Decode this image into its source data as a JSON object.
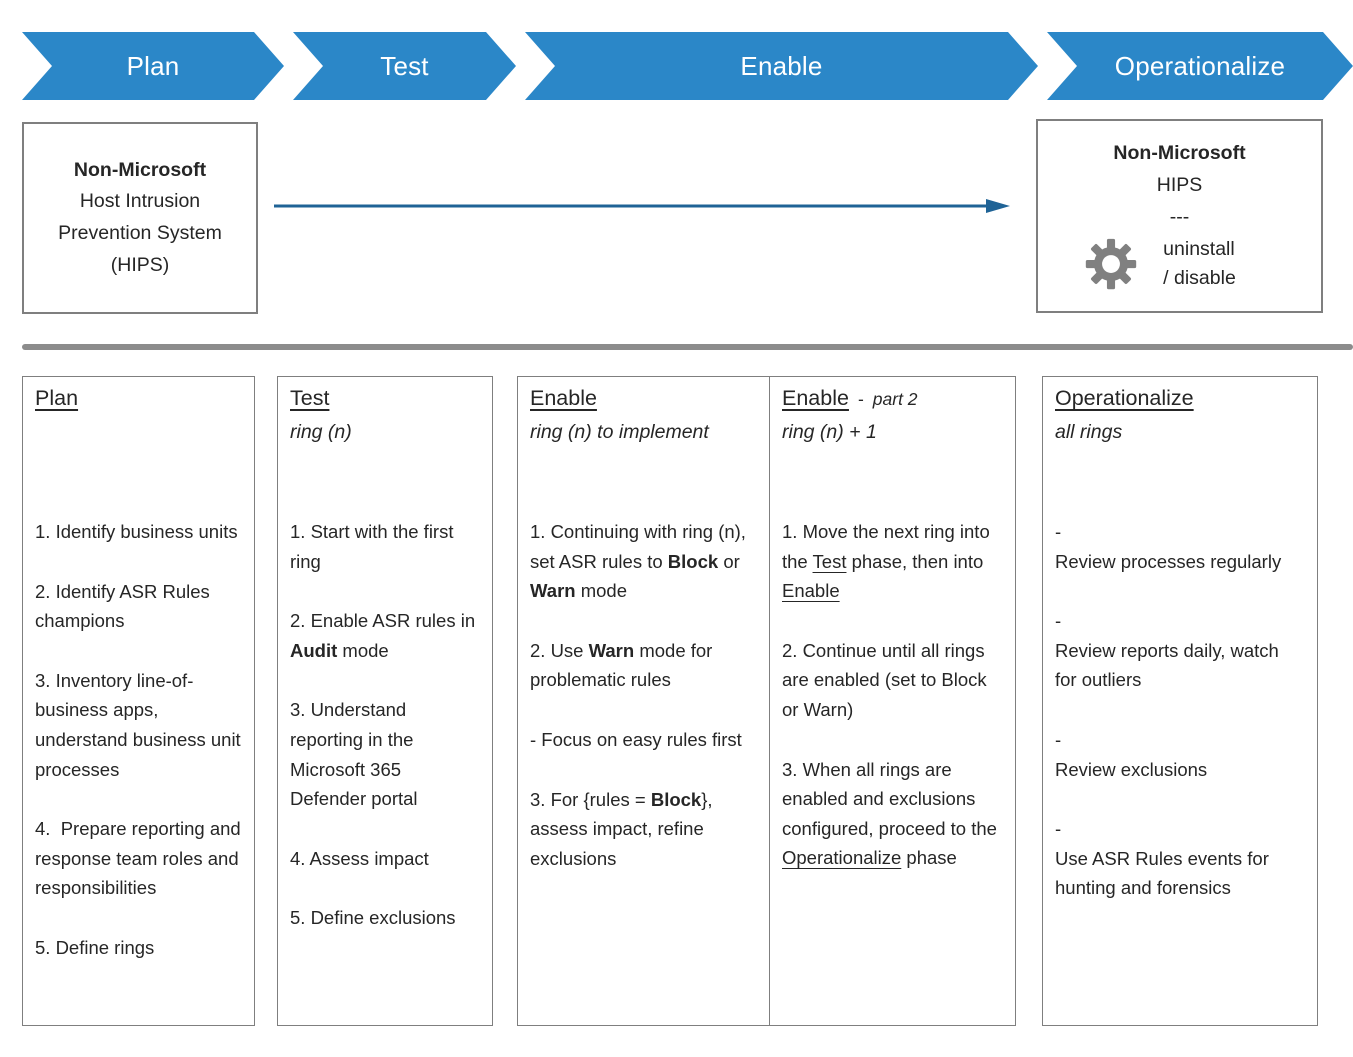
{
  "colors": {
    "chevron_blue": "#2B87C8",
    "arrow_blue": "#1F6396",
    "box_border_gray": "#7F7F7F",
    "divider_gray": "#8C8C8C",
    "gear_gray": "#808080",
    "text": "#262626"
  },
  "chevrons": [
    {
      "label": "Plan"
    },
    {
      "label": "Test"
    },
    {
      "label": "Enable"
    },
    {
      "label": "Operationalize"
    }
  ],
  "hips_left": {
    "lines": [
      [
        {
          "t": "Non-Microsoft",
          "b": true
        }
      ],
      [
        {
          "t": "Host Intrusion"
        }
      ],
      [
        {
          "t": "Prevention System"
        }
      ],
      [
        {
          "t": "(HIPS)"
        }
      ]
    ]
  },
  "hips_right": {
    "lines": [
      [
        {
          "t": "Non-Microsoft",
          "b": true
        }
      ],
      [
        {
          "t": "HIPS"
        }
      ],
      [
        {
          "t": "---"
        }
      ]
    ],
    "action_lines": [
      "uninstall",
      "/ disable"
    ],
    "icon": "gear-icon"
  },
  "columns": [
    {
      "title_runs": [
        {
          "t": "Plan",
          "u": true
        }
      ],
      "subtitle": "",
      "items": [
        [
          {
            "t": "1. Identify business units"
          }
        ],
        [
          {
            "t": "2. Identify ASR Rules champions"
          }
        ],
        [
          {
            "t": "3. Inventory line-of-business apps, understand business unit processes"
          }
        ],
        [
          {
            "t": "4.  Prepare reporting and response team roles and responsibilities"
          }
        ],
        [
          {
            "t": "5. Define rings"
          }
        ]
      ]
    },
    {
      "title_runs": [
        {
          "t": "Test",
          "u": true
        }
      ],
      "subtitle": "ring (n)",
      "items": [
        [
          {
            "t": "1. Start with the first ring"
          }
        ],
        [
          {
            "t": "2. Enable ASR rules in "
          },
          {
            "t": "Audit",
            "b": true
          },
          {
            "t": " mode"
          }
        ],
        [
          {
            "t": "3. Understand reporting in the Microsoft 365 Defender portal"
          }
        ],
        [
          {
            "t": "4. Assess impact"
          }
        ],
        [
          {
            "t": "5. Define exclusions"
          }
        ]
      ]
    },
    {
      "title_runs": [
        {
          "t": "Enable",
          "u": true
        }
      ],
      "subtitle": "ring (n) to implement",
      "items": [
        [
          {
            "t": "1. Continuing with ring (n), set ASR rules to "
          },
          {
            "t": "Block",
            "b": true
          },
          {
            "t": " or "
          },
          {
            "t": "Warn",
            "b": true
          },
          {
            "t": " mode"
          }
        ],
        [
          {
            "t": "2. Use "
          },
          {
            "t": "Warn",
            "b": true
          },
          {
            "t": " mode for problematic rules"
          }
        ],
        [
          {
            "t": "- Focus on easy rules first"
          }
        ],
        [
          {
            "t": "3. For {rules = "
          },
          {
            "t": "Block",
            "b": true
          },
          {
            "t": "}, assess impact, refine exclusions"
          }
        ]
      ]
    },
    {
      "title_runs": [
        {
          "t": "Enable",
          "u": true
        },
        {
          "t": "-",
          "rp": true,
          "rs": true
        },
        {
          "t": "part 2",
          "i": true,
          "rs": true
        }
      ],
      "subtitle": "ring (n) + 1",
      "items": [
        [
          {
            "t": "1. Move the next ring into the "
          },
          {
            "t": "Test",
            "u": true
          },
          {
            "t": " phase, then into "
          },
          {
            "t": "Enable",
            "u": true
          }
        ],
        [
          {
            "t": "2. Continue until all rings are enabled (set to Block or Warn)"
          }
        ],
        [
          {
            "t": "3. When all rings are enabled and exclusions configured, proceed to the "
          },
          {
            "t": "Operationalize",
            "u": true
          },
          {
            "t": " phase"
          }
        ]
      ]
    },
    {
      "title_runs": [
        {
          "t": "Operationalize",
          "u": true
        }
      ],
      "subtitle": "all rings",
      "items": [
        [
          {
            "t": "-\nReview processes regularly"
          }
        ],
        [
          {
            "t": "-\nReview reports daily, watch for outliers"
          }
        ],
        [
          {
            "t": "-\nReview exclusions"
          }
        ],
        [
          {
            "t": "-\nUse ASR Rules events for hunting and forensics"
          }
        ]
      ]
    }
  ]
}
